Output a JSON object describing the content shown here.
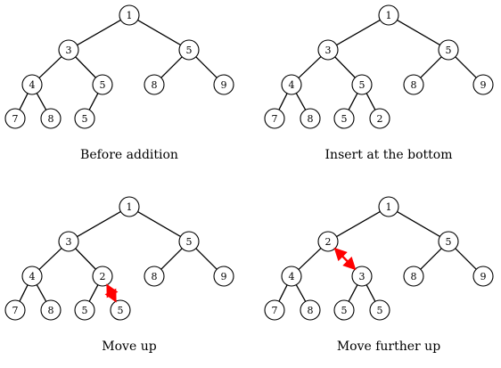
{
  "colors": {
    "swap_arrow": "#ff0000",
    "node_stroke": "#000000",
    "background": "#ffffff"
  },
  "panels": [
    {
      "caption": "Before addition",
      "nodes": [
        {
          "id": "n1",
          "label": "1"
        },
        {
          "id": "n3",
          "label": "3"
        },
        {
          "id": "n5a",
          "label": "5"
        },
        {
          "id": "n4",
          "label": "4"
        },
        {
          "id": "n5b",
          "label": "5"
        },
        {
          "id": "n8",
          "label": "8"
        },
        {
          "id": "n9",
          "label": "9"
        },
        {
          "id": "n7",
          "label": "7"
        },
        {
          "id": "n8b",
          "label": "8"
        },
        {
          "id": "n5c",
          "label": "5"
        }
      ]
    },
    {
      "caption": "Insert at the bottom",
      "nodes": [
        {
          "id": "n1",
          "label": "1"
        },
        {
          "id": "n3",
          "label": "3"
        },
        {
          "id": "n5a",
          "label": "5"
        },
        {
          "id": "n4",
          "label": "4"
        },
        {
          "id": "n5b",
          "label": "5"
        },
        {
          "id": "n8",
          "label": "8"
        },
        {
          "id": "n9",
          "label": "9"
        },
        {
          "id": "n7",
          "label": "7"
        },
        {
          "id": "n8b",
          "label": "8"
        },
        {
          "id": "n5c",
          "label": "5"
        },
        {
          "id": "n2",
          "label": "2"
        }
      ]
    },
    {
      "caption": "Move up",
      "nodes": [
        {
          "id": "n1",
          "label": "1"
        },
        {
          "id": "n3",
          "label": "3"
        },
        {
          "id": "n5a",
          "label": "5"
        },
        {
          "id": "n4",
          "label": "4"
        },
        {
          "id": "n2",
          "label": "2"
        },
        {
          "id": "n8",
          "label": "8"
        },
        {
          "id": "n9",
          "label": "9"
        },
        {
          "id": "n7",
          "label": "7"
        },
        {
          "id": "n8b",
          "label": "8"
        },
        {
          "id": "n5c",
          "label": "5"
        },
        {
          "id": "n5b",
          "label": "5"
        }
      ],
      "swap": [
        "n2",
        "n5b"
      ]
    },
    {
      "caption": "Move further up",
      "nodes": [
        {
          "id": "n1",
          "label": "1"
        },
        {
          "id": "n2",
          "label": "2"
        },
        {
          "id": "n5a",
          "label": "5"
        },
        {
          "id": "n4",
          "label": "4"
        },
        {
          "id": "n3",
          "label": "3"
        },
        {
          "id": "n8",
          "label": "8"
        },
        {
          "id": "n9",
          "label": "9"
        },
        {
          "id": "n7",
          "label": "7"
        },
        {
          "id": "n8b",
          "label": "8"
        },
        {
          "id": "n5c",
          "label": "5"
        },
        {
          "id": "n5b",
          "label": "5"
        }
      ],
      "swap": [
        "n2",
        "n3"
      ]
    }
  ]
}
